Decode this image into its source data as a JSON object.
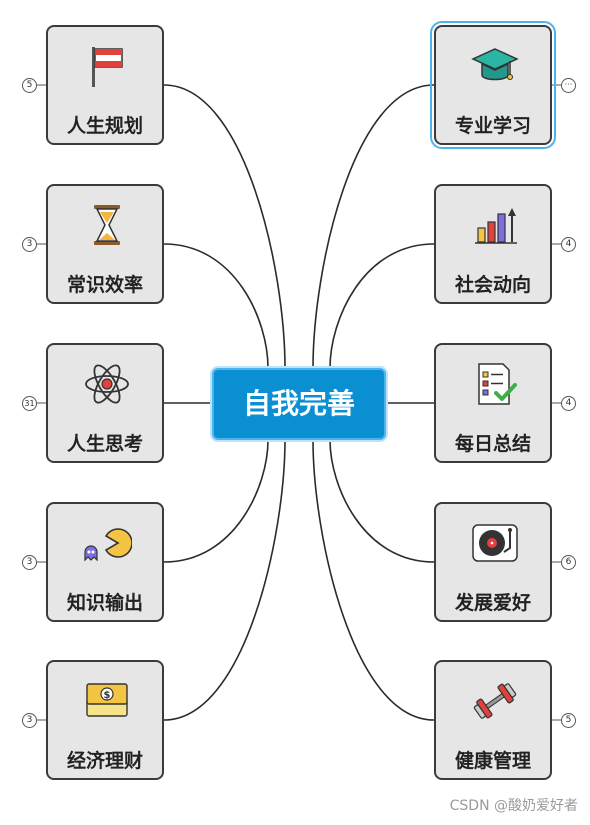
{
  "diagram": {
    "central_topic": "自我完善",
    "left_branches": [
      {
        "label": "人生规划",
        "badge": "5",
        "icon": "flag-icon"
      },
      {
        "label": "常识效率",
        "badge": "3",
        "icon": "hourglass-icon"
      },
      {
        "label": "人生思考",
        "badge": "31",
        "icon": "atom-icon"
      },
      {
        "label": "知识输出",
        "badge": "3",
        "icon": "pacman-icon"
      },
      {
        "label": "经济理财",
        "badge": "3",
        "icon": "money-icon"
      }
    ],
    "right_branches": [
      {
        "label": "专业学习",
        "badge": "···",
        "icon": "graduation-cap-icon",
        "selected": true
      },
      {
        "label": "社会动向",
        "badge": "4",
        "icon": "bar-chart-icon"
      },
      {
        "label": "每日总结",
        "badge": "4",
        "icon": "checklist-icon"
      },
      {
        "label": "发展爱好",
        "badge": "6",
        "icon": "turntable-icon"
      },
      {
        "label": "健康管理",
        "badge": "5",
        "icon": "dumbbell-icon"
      }
    ]
  },
  "colors": {
    "central_fill": "#0a8fd3",
    "node_fill": "#e6e6e6",
    "node_border": "#3b3b3b",
    "selection": "#4db3ef",
    "connector": "#2b2b2b"
  },
  "watermark": "CSDN @酸奶爱好者"
}
